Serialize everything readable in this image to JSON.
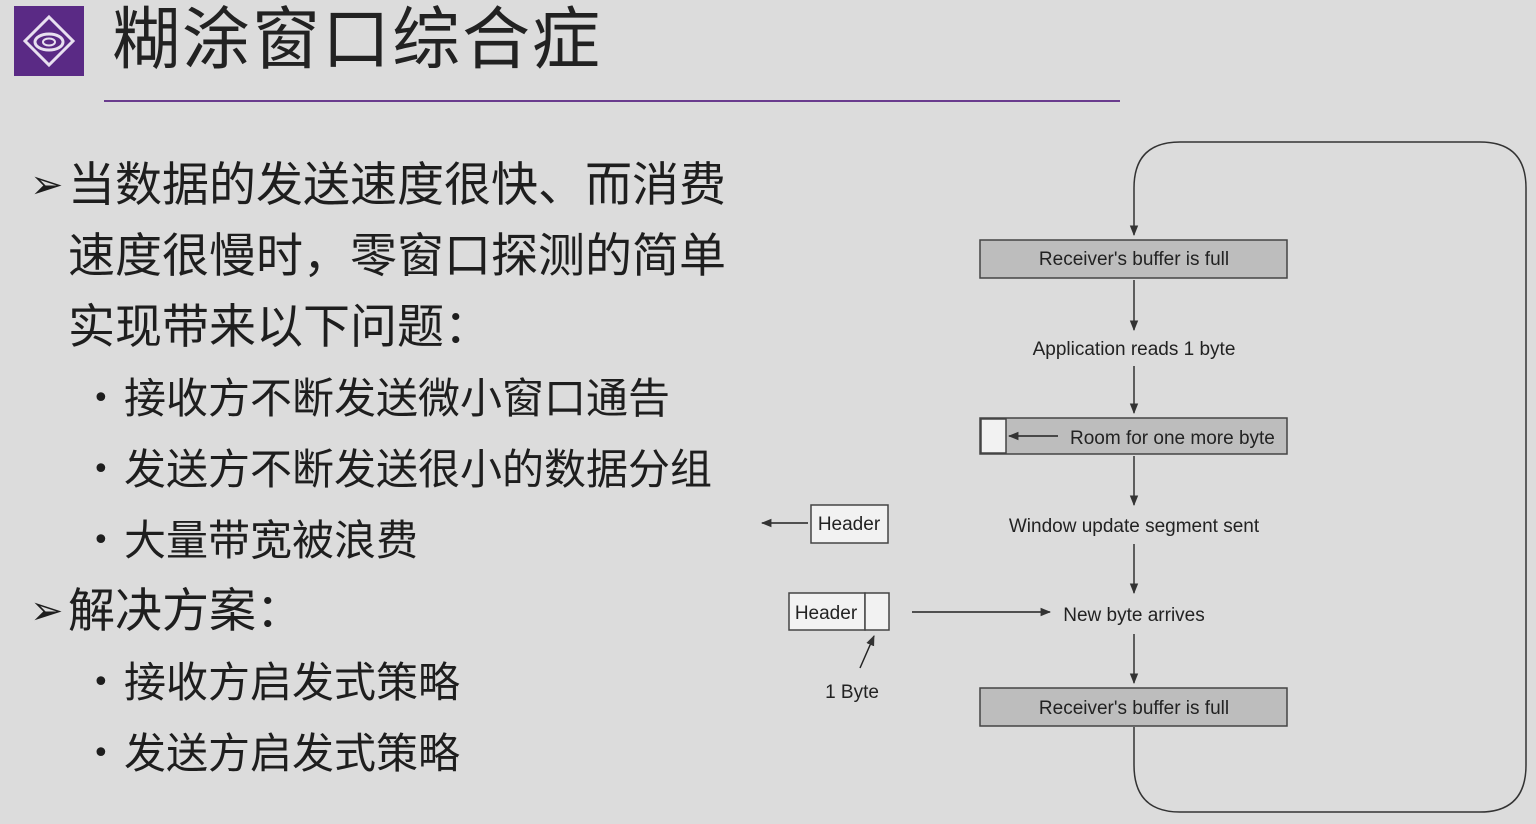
{
  "title": "糊涂窗口综合症",
  "points": [
    {
      "text": "当数据的发送速度很快、而消费速度很慢时，零窗口探测的简单实现带来以下问题：",
      "subs": [
        "接收方不断发送微小窗口通告",
        "发送方不断发送很小的数据分组",
        "大量带宽被浪费"
      ]
    },
    {
      "text": "解决方案：",
      "subs": [
        "接收方启发式策略",
        "发送方启发式策略"
      ]
    }
  ],
  "diagram": {
    "buffer_full_1": "Receiver's buffer is full",
    "app_reads": "Application reads 1 byte",
    "room": "Room for one more byte",
    "window_update": "Window update segment sent",
    "header_1": "Header",
    "new_byte": "New byte arrives",
    "header_2": "Header",
    "one_byte": "1 Byte",
    "buffer_full_2": "Receiver's buffer is full"
  },
  "colors": {
    "accent": "#6a3c8e",
    "logo": "#5a2a85",
    "box": "#bdbdbd"
  }
}
